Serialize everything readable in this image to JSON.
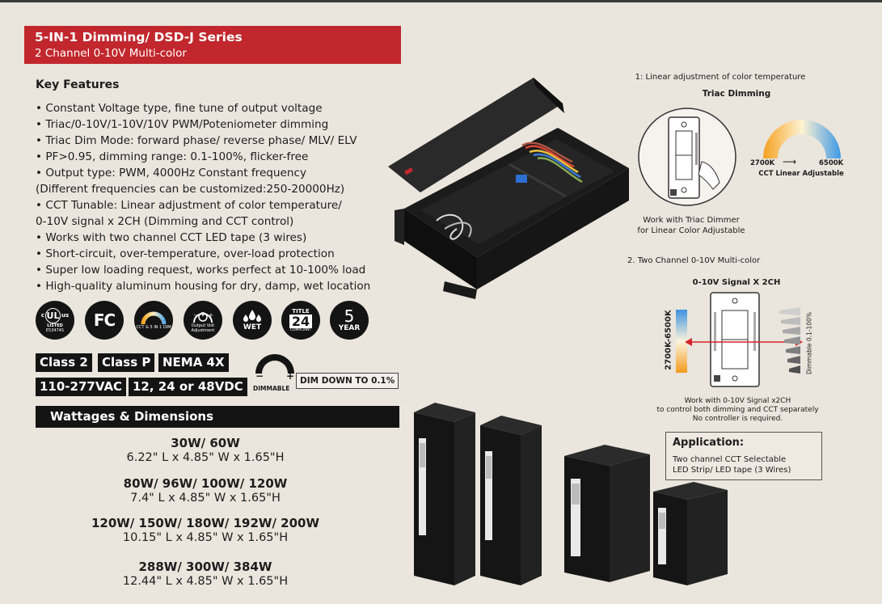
{
  "header": {
    "title": "5-IN-1 Dimming/ DSD-J Series",
    "subtitle": "2 Channel 0-10V Multi-color"
  },
  "features": {
    "title": "Key Features",
    "items": [
      "• Constant Voltage type, fine tune of output voltage",
      "• Triac/0-10V/1-10V/10V PWM/Poteniometer dimming",
      "• Triac Dim Mode: forward phase/ reverse phase/ MLV/ ELV",
      "• PF>0.95, dimming range: 0.1-100%, flicker-free",
      "• Output type: PWM, 4000Hz Constant frequency",
      " (Different frequencies can be customized:250-20000Hz)",
      "• CCT Tunable: Linear adjustment of color temperature/",
      " 0-10V signal x 2CH (Dimming and CCT control)",
      "• Works with two channel CCT LED tape (3 wires)",
      "• Short-circuit, over-temperature, over-load protection",
      "• Super low loading request, works perfect at 10-100% load",
      "• High-quality aluminum housing for dry, damp, wet location"
    ]
  },
  "badges": {
    "ul_top": "c",
    "ul_mid": "UL",
    "ul_us": "us",
    "ul_listed": "LISTED",
    "ul_code": "E534745",
    "fc": "FC",
    "cct_label": "CCT & 5 IN 1 DIM",
    "volt_label": "Output Volt Adjustment",
    "wet": "WET",
    "title24_top": "TITLE",
    "title24_num": "24",
    "title24_bottom": "COMPLIANT",
    "year_num": "5",
    "year_label": "YEAR"
  },
  "specs": {
    "class2": "Class 2",
    "classp": "Class P",
    "nema": "NEMA 4X",
    "vac": "110-277VAC",
    "vdc": "12, 24 or 48VDC",
    "dimmable": "DIMMABLE",
    "minus": "−",
    "plus": "+",
    "dim_down": "DIM DOWN TO 0.1%"
  },
  "wattages": {
    "title": "Wattages & Dimensions",
    "items": [
      {
        "watts": "30W/ 60W",
        "dims": "6.22\" L x 4.85\" W x 1.65\"H"
      },
      {
        "watts": "80W/ 96W/ 100W/ 120W",
        "dims": "7.4\" L x 4.85\" W x 1.65\"H"
      },
      {
        "watts": "120W/ 150W/ 180W/ 192W/ 200W",
        "dims": "10.15\" L x 4.85\" W x 1.65\"H"
      },
      {
        "watts": "288W/ 300W/ 384W",
        "dims": "12.44\" L x 4.85\" W x 1.65\"H"
      }
    ]
  },
  "triac": {
    "heading": "1: Linear adjustment of color temperature",
    "title": "Triac Dimming",
    "low": "2700K",
    "high": "6500K",
    "arc_label": "CCT Linear Adjustable",
    "caption_1": "Work with Triac Dimmer",
    "caption_2": "for Linear Color Adjustable"
  },
  "two_channel": {
    "heading": "2. Two Channel 0-10V Multi-color",
    "title": "0-10V Signal X 2CH",
    "cct_range": "2700K-6500K",
    "dim_range": "Dimmable 0.1-100%",
    "caption_1": "Work with 0-10V Signal x2CH",
    "caption_2": "to control both dimming and CCT separately",
    "caption_3": "No controller is required."
  },
  "application": {
    "title": "Application:",
    "line_1": "Two channel CCT Selectable",
    "line_2": "LED Strip/ LED tape (3 Wires)"
  },
  "colors": {
    "banner": "#c1272d",
    "background": "#eae5dd",
    "dark": "#141414",
    "arrow": "#d8232a"
  }
}
